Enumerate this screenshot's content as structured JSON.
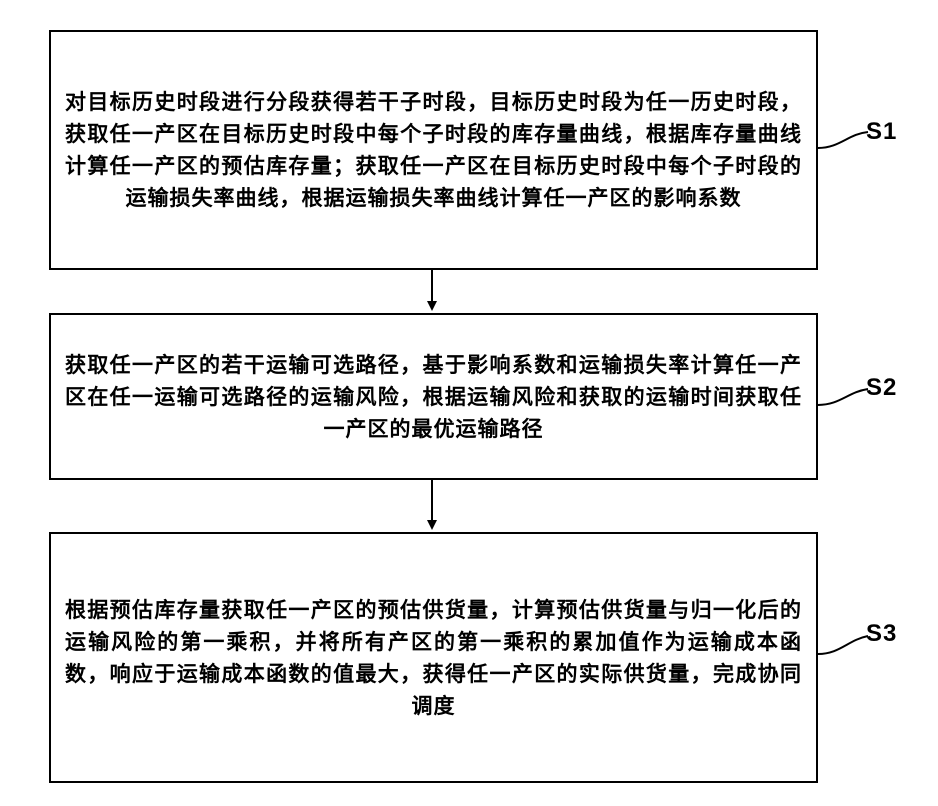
{
  "steps": [
    {
      "id": "S1",
      "label": "S1",
      "text": "对目标历史时段进行分段获得若干子时段，目标历史时段为任一历史时段，获取任一产区在目标历史时段中每个子时段的库存量曲线，根据库存量曲线计算任一产区的预估库存量；获取任一产区在目标历史时段中每个子时段的运输损失率曲线，根据运输损失率曲线计算任一产区的影响系数"
    },
    {
      "id": "S2",
      "label": "S2",
      "text": "获取任一产区的若干运输可选路径，基于影响系数和运输损失率计算任一产区在任一运输可选路径的运输风险，根据运输风险和获取的运输时间获取任一产区的最优运输路径"
    },
    {
      "id": "S3",
      "label": "S3",
      "text": "根据预估库存量获取任一产区的预估供货量，计算预估供货量与归一化后的运输风险的第一乘积，并将所有产区的第一乘积的累加值作为运输成本函数，响应于运输成本函数的值最大，获得任一产区的实际供货量，完成协同调度"
    }
  ]
}
